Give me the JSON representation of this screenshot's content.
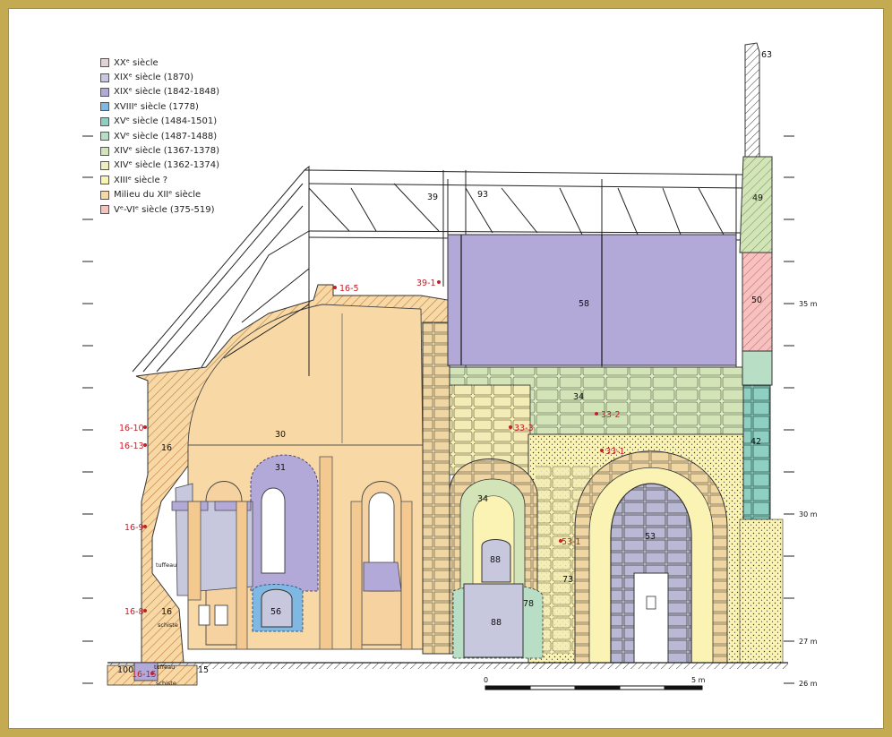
{
  "legend": [
    {
      "label": "XXᵉ siècle",
      "color": "#e2d2d4"
    },
    {
      "label": "XIXᵉ siècle (1870)",
      "color": "#c7c7de"
    },
    {
      "label": "XIXᵉ siècle (1842-1848)",
      "color": "#b3a9d8"
    },
    {
      "label": "XVIIIᵉ siècle (1778)",
      "color": "#7fb8e2"
    },
    {
      "label": "XVᵉ siècle (1484-1501)",
      "color": "#8fcfc2"
    },
    {
      "label": "XVᵉ siècle (1487-1488)",
      "color": "#b8dec6"
    },
    {
      "label": "XIVᵉ siècle (1367-1378)",
      "color": "#d3e5b8"
    },
    {
      "label": "XIVᵉ siècle (1362-1374)",
      "color": "#eeeec0"
    },
    {
      "label": "XIIIᵉ siècle ?",
      "color": "#fbf3b4"
    },
    {
      "label": "Milieu du XIIᵉ siècle",
      "color": "#f8d9a6"
    },
    {
      "label": "Vᵉ-VIᵉ siècle (375-519)",
      "color": "#f6c1bf"
    }
  ],
  "elevation_labels": [
    "35 m",
    "30 m",
    "27 m",
    "26 m"
  ],
  "scale": {
    "start": "0",
    "end": "5 m"
  },
  "unit_labels": [
    "63",
    "49",
    "50",
    "42",
    "39",
    "93",
    "58",
    "34",
    "34",
    "53",
    "30",
    "31",
    "56",
    "16",
    "16",
    "15",
    "100",
    "88",
    "88",
    "78",
    "73"
  ],
  "sample_labels": [
    "16-5",
    "39-1",
    "16-10",
    "16-13",
    "16-9",
    "16-8",
    "16-15",
    "33-2",
    "33-3",
    "33-1",
    "53-1"
  ],
  "annotations": [
    "tuffeau",
    "schiste",
    "tuffeau",
    "schiste"
  ]
}
